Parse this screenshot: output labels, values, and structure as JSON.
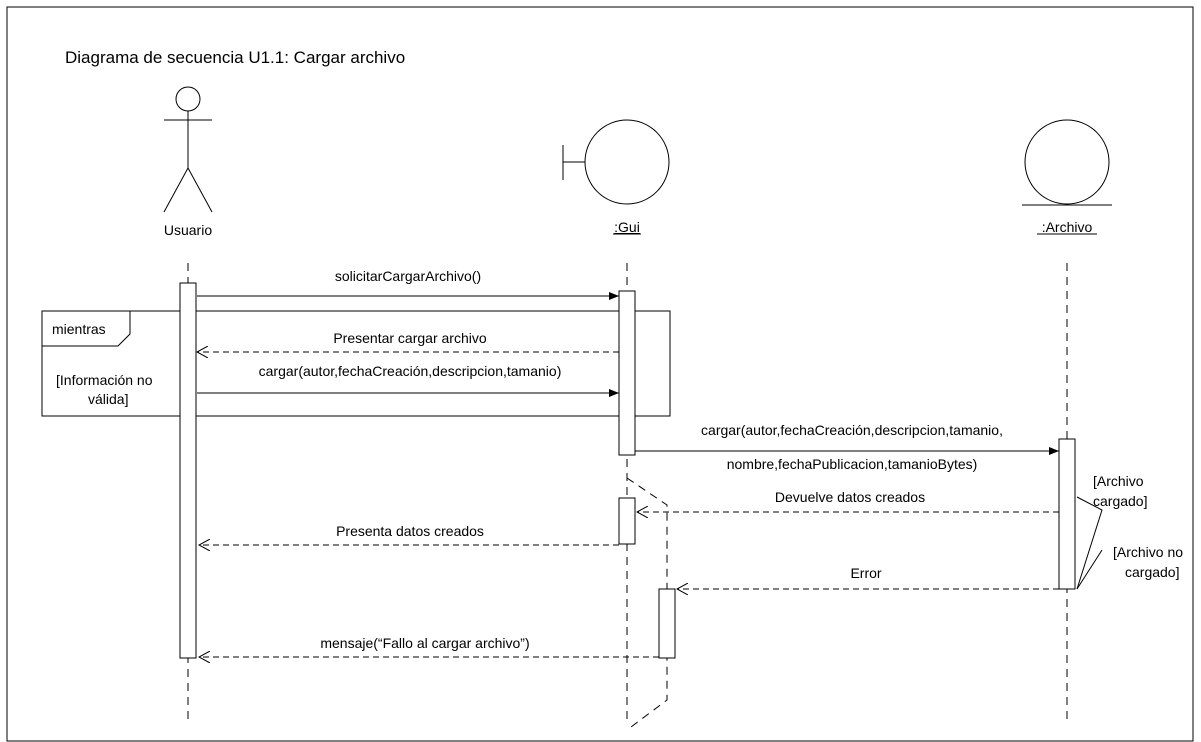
{
  "title": "Diagrama de secuencia U1.1: Cargar archivo",
  "lifelines": {
    "usuario": "Usuario",
    "gui": ":Gui",
    "archivo": ":Archivo"
  },
  "fragment": {
    "operator": "mientras",
    "guard_line1": "[Información no",
    "guard_line2": "válida]"
  },
  "messages": {
    "m1": "solicitarCargarArchivo()",
    "m2": "Presentar cargar archivo",
    "m3": "cargar(autor,fechaCreación,descripcion,tamanio)",
    "m4_line1": "cargar(autor,fechaCreación,descripcion,tamanio,",
    "m4_line2": "nombre,fechaPublicacion,tamanioBytes)",
    "m5": "Devuelve datos creados",
    "m6": "Presenta datos creados",
    "m7": "Error",
    "m8": "mensaje(“Fallo al cargar archivo”)"
  },
  "guards": {
    "ok_line1": "[Archivo",
    "ok_line2": "cargado]",
    "fail_line1": "[Archivo no",
    "fail_line2": "cargado]"
  }
}
